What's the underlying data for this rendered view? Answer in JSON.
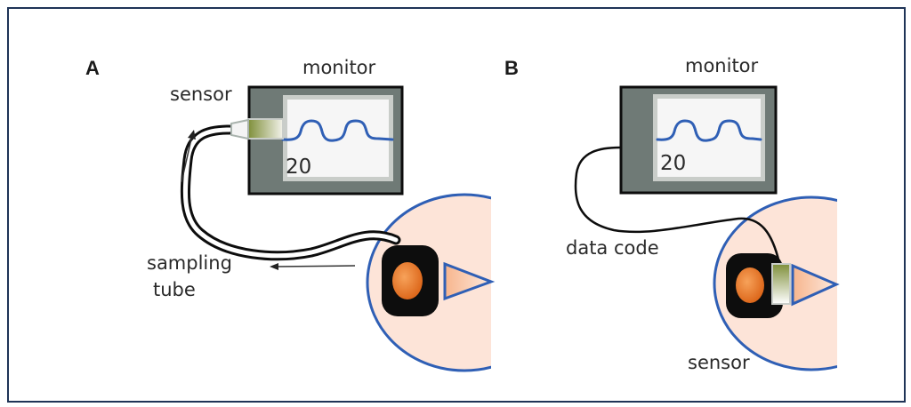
{
  "figure": {
    "panels": [
      {
        "letter": "A",
        "monitor_label": "monitor",
        "monitor_value": "20",
        "sensor_label": "sensor",
        "tube_label_line1": "sampling",
        "tube_label_line2": "tube"
      },
      {
        "letter": "B",
        "monitor_label": "monitor",
        "monitor_value": "20",
        "cable_label": "data code",
        "sensor_label": "sensor"
      }
    ],
    "colors": {
      "frame": "#1f3457",
      "monitor_body": "#6f7a76",
      "monitor_bezel": "#c9cdc9",
      "screen": "#f6f6f6",
      "waveform": "#2f5fb5",
      "face_fill": "#fde4d8",
      "face_outline": "#2f5fb5",
      "mask": "#0d0d0d",
      "mouth": "#e87528",
      "sensor_green": "#8a9a4a"
    }
  }
}
